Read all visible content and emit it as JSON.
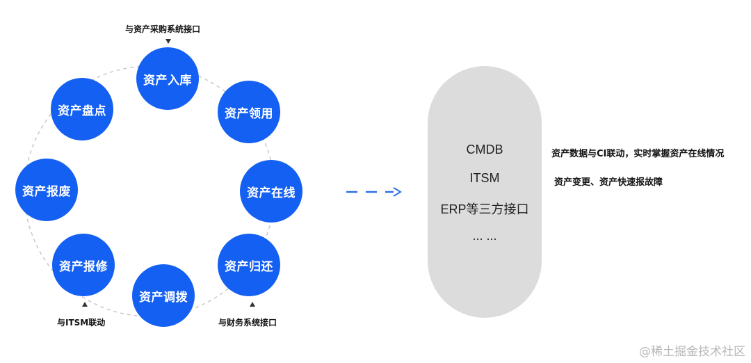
{
  "cycle": {
    "nodes": [
      "资产入库",
      "资产领用",
      "资产在线",
      "资产归还",
      "资产调拨",
      "资产报修",
      "资产报废",
      "资产盘点"
    ],
    "node_color": "#1460f2",
    "top_note": "与资产采购系统接口",
    "bottom_left_note": "与ITSM联动",
    "bottom_right_note": "与财务系统接口"
  },
  "connector": {
    "color": "#2f6fe6",
    "style": "dashed-arrow"
  },
  "systems": {
    "items": [
      "CMDB",
      "ITSM",
      "ERP等三方接口",
      "... ..."
    ],
    "background": "#dcdcdc"
  },
  "descriptions": [
    "资产数据与CI联动，实时掌握资产在线情况",
    "资产变更、资产快速报故障"
  ],
  "watermark": "@稀土掘金技术社区"
}
